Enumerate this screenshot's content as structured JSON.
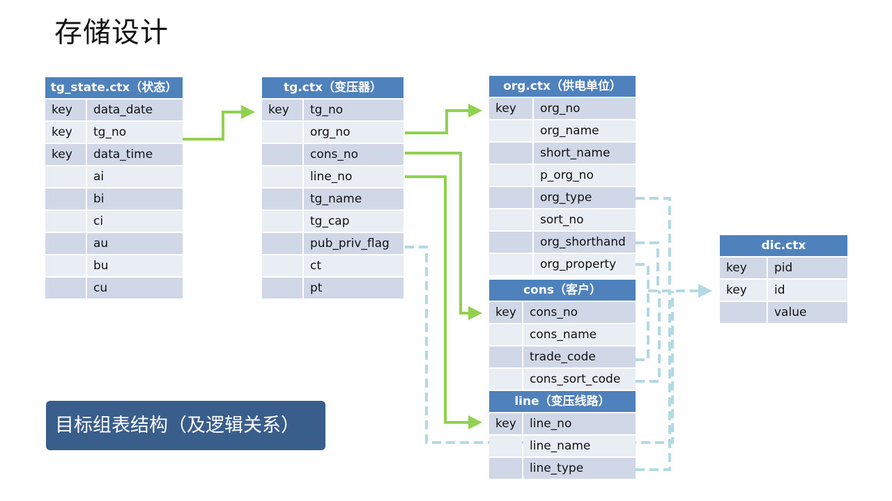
{
  "slide": {
    "title": "存储设计",
    "callout": "目标组表结构（及逻辑关系）"
  },
  "colors": {
    "header": "#4f81bd",
    "row_dark": "#d0d8e8",
    "row_light": "#e9edf4",
    "callout_bg": "#3a5e8c",
    "link_green": "#92d050",
    "link_blue_dashed": "#b4d9e6"
  },
  "tables": {
    "tg_state": {
      "title": "tg_state.ctx（状态）",
      "rows": [
        {
          "key": "key",
          "field": "data_date"
        },
        {
          "key": "key",
          "field": "tg_no"
        },
        {
          "key": "key",
          "field": "data_time"
        },
        {
          "key": "",
          "field": "ai"
        },
        {
          "key": "",
          "field": "bi"
        },
        {
          "key": "",
          "field": "ci"
        },
        {
          "key": "",
          "field": "au"
        },
        {
          "key": "",
          "field": "bu"
        },
        {
          "key": "",
          "field": "cu"
        }
      ]
    },
    "tg": {
      "title": "tg.ctx（变压器）",
      "rows": [
        {
          "key": "key",
          "field": "tg_no"
        },
        {
          "key": "",
          "field": "org_no"
        },
        {
          "key": "",
          "field": "cons_no"
        },
        {
          "key": "",
          "field": "line_no"
        },
        {
          "key": "",
          "field": "tg_name"
        },
        {
          "key": "",
          "field": "tg_cap"
        },
        {
          "key": "",
          "field": "pub_priv_flag"
        },
        {
          "key": "",
          "field": "ct"
        },
        {
          "key": "",
          "field": "pt"
        }
      ]
    },
    "org": {
      "title": "org.ctx（供电单位）",
      "rows": [
        {
          "key": "key",
          "field": "org_no"
        },
        {
          "key": "",
          "field": "org_name"
        },
        {
          "key": "",
          "field": "short_name"
        },
        {
          "key": "",
          "field": "p_org_no"
        },
        {
          "key": "",
          "field": "org_type"
        },
        {
          "key": "",
          "field": "sort_no"
        },
        {
          "key": "",
          "field": "org_shorthand"
        },
        {
          "key": "",
          "field": "org_property"
        }
      ]
    },
    "cons": {
      "title": "cons（客户）",
      "rows": [
        {
          "key": "key",
          "field": "cons_no"
        },
        {
          "key": "",
          "field": "cons_name"
        },
        {
          "key": "",
          "field": "trade_code"
        },
        {
          "key": "",
          "field": "cons_sort_code"
        }
      ]
    },
    "line": {
      "title": "line（变压线路）",
      "rows": [
        {
          "key": "key",
          "field": "line_no"
        },
        {
          "key": "",
          "field": "line_name"
        },
        {
          "key": "",
          "field": "line_type"
        }
      ]
    },
    "dic": {
      "title": "dic.ctx",
      "rows": [
        {
          "key": "key",
          "field": "pid"
        },
        {
          "key": "key",
          "field": "id"
        },
        {
          "key": "",
          "field": "value"
        }
      ]
    }
  },
  "relations": [
    {
      "from": "tg_state.tg_no",
      "to": "tg.tg_no",
      "style": "solid"
    },
    {
      "from": "tg.org_no",
      "to": "org.org_no",
      "style": "solid"
    },
    {
      "from": "tg.cons_no",
      "to": "cons.cons_no",
      "style": "solid"
    },
    {
      "from": "tg.line_no",
      "to": "line.line_no",
      "style": "solid"
    },
    {
      "from": "tg.pub_priv_flag",
      "to": "dic.id",
      "style": "dashed"
    },
    {
      "from": "org.org_type",
      "to": "dic.id",
      "style": "dashed"
    },
    {
      "from": "org.org_shorthand",
      "to": "dic.id",
      "style": "dashed"
    },
    {
      "from": "org.org_property",
      "to": "dic.id",
      "style": "dashed"
    },
    {
      "from": "cons.trade_code",
      "to": "dic.id",
      "style": "dashed"
    },
    {
      "from": "cons.cons_sort_code",
      "to": "dic.id",
      "style": "dashed"
    },
    {
      "from": "line.line_type",
      "to": "dic.id",
      "style": "dashed"
    }
  ]
}
